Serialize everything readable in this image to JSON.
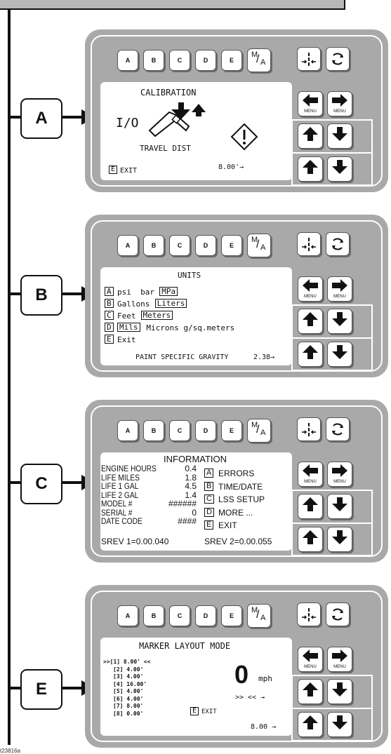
{
  "panel_keys": [
    "A",
    "B",
    "C",
    "D",
    "E"
  ],
  "ma_key": {
    "top": "M",
    "bottom": "A"
  },
  "menu_label": "MENU",
  "steps": [
    "A",
    "B",
    "C",
    "E"
  ],
  "screen_a": {
    "title": "CALIBRATION",
    "io": "I/O",
    "travel": "TRAVEL DIST",
    "exit_key": "E",
    "exit": "EXIT",
    "value": "8.00'→"
  },
  "screen_b": {
    "title": "UNITS",
    "rows": [
      {
        "key": "A",
        "text": "psi  bar ",
        "boxed": "MPa",
        "rest": ""
      },
      {
        "key": "B",
        "text": "Gallons ",
        "boxed": "Liters",
        "rest": ""
      },
      {
        "key": "C",
        "text": "Feet ",
        "boxed": "Meters",
        "rest": ""
      },
      {
        "key": "D",
        "text": "",
        "boxed": "Mils",
        "rest": " Microns g/sq.meters"
      },
      {
        "key": "E",
        "text": "Exit",
        "boxed": "",
        "rest": ""
      }
    ],
    "gravity_label": "PAINT SPECIFIC GRAVITY",
    "gravity_value": "2.38→"
  },
  "screen_c": {
    "title": "INFORMATION",
    "stats": [
      {
        "label": "ENGINE HOURS",
        "value": "0.4"
      },
      {
        "label": "LIFE MILES",
        "value": "1.8"
      },
      {
        "label": "LIFE 1 GAL",
        "value": "4.5"
      },
      {
        "label": "LIFE 2 GAL",
        "value": "1.4"
      },
      {
        "label": "MODEL #",
        "value": "######"
      },
      {
        "label": "SERIAL #",
        "value": "0"
      },
      {
        "label": "DATE CODE",
        "value": "####"
      }
    ],
    "menu": [
      {
        "key": "A",
        "label": "ERRORS"
      },
      {
        "key": "B",
        "label": "TIME/DATE"
      },
      {
        "key": "C",
        "label": "LSS SETUP"
      },
      {
        "key": "D",
        "label": "MORE ..."
      },
      {
        "key": "E",
        "label": "EXIT"
      }
    ],
    "srev1": "SREV 1=0.00.040",
    "srev2": "SREV 2=0.00.055"
  },
  "screen_e": {
    "title": "MARKER LAYOUT MODE",
    "items": [
      ">>[1] 8.00' <<",
      "[2] 4.00'",
      "[3] 4.00'",
      "[4] 16.00'",
      "[5] 4.00'",
      "[6] 4.00'",
      "[7] 8.00'",
      "[8] 0.00'"
    ],
    "speed": "0",
    "unit": "mph",
    "nav": ">> << →",
    "exit_key": "E",
    "exit": "EXIT",
    "value": "8.00 →"
  },
  "figure_id": "t23816a"
}
